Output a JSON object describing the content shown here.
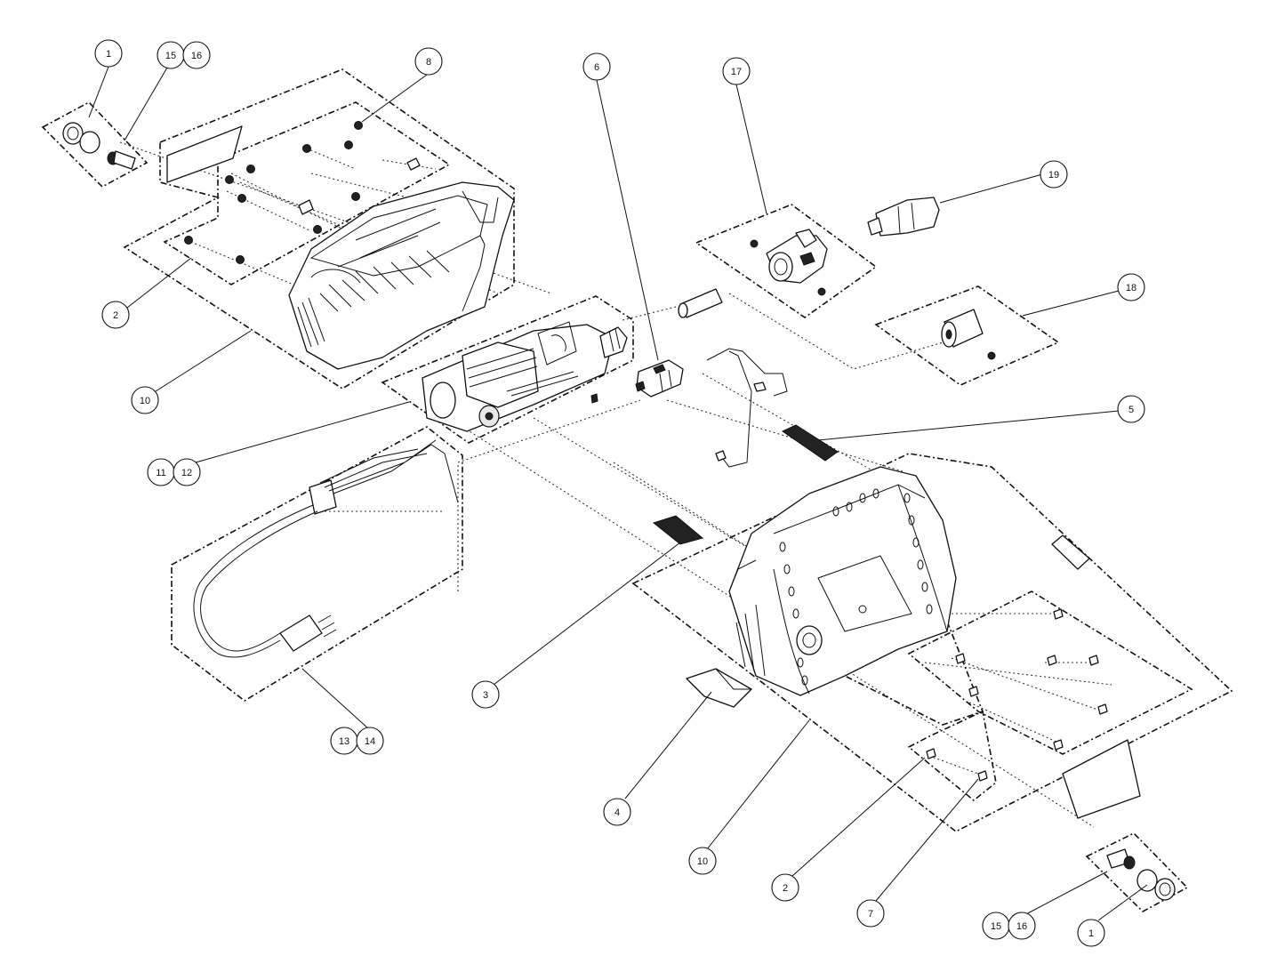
{
  "diagram": {
    "callouts": {
      "c1a": "1",
      "c15a": "15",
      "c16a": "16",
      "c8": "8",
      "c6": "6",
      "c17": "17",
      "c19": "19",
      "c18": "18",
      "c2a": "2",
      "c10a": "10",
      "c5": "5",
      "c11": "11",
      "c12": "12",
      "c3": "3",
      "c13": "13",
      "c14": "14",
      "c4": "4",
      "c10b": "10",
      "c2b": "2",
      "c7": "7",
      "c15b": "15",
      "c16b": "16",
      "c1b": "1"
    },
    "parts": [
      "end-cap-assembly-left",
      "upper-housing",
      "housing-insert-plate",
      "housing-nuts",
      "motor-assembly",
      "switch",
      "pump-head-assembly",
      "outlet-fitting",
      "pump-sleeve",
      "filter-screen",
      "power-cord",
      "filter-pad",
      "foam-block",
      "lower-housing",
      "housing-screws",
      "label-plate",
      "end-cap-assembly-right"
    ]
  }
}
